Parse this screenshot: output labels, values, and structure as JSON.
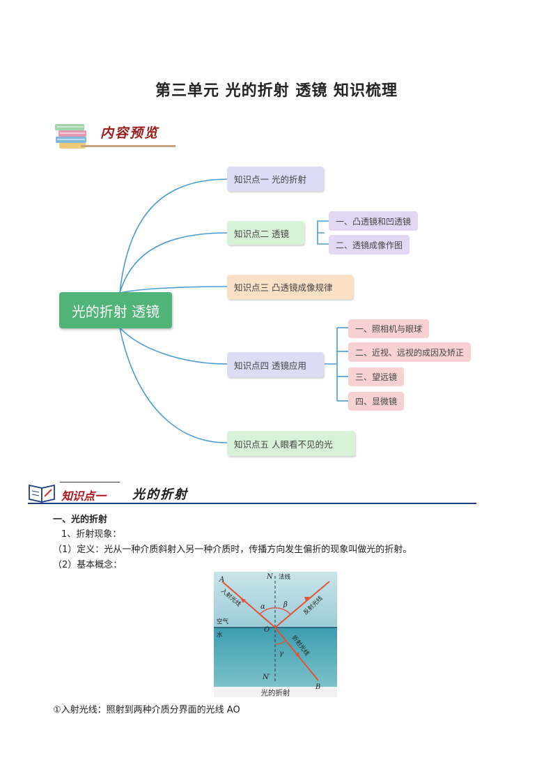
{
  "title": "第三单元 光的折射 透镜 知识梳理",
  "preview": {
    "label": "内容预览"
  },
  "mindmap": {
    "root": "光的折射 透镜",
    "kp1": "知识点一 光的折射",
    "kp2": "知识点二 透镜",
    "kp2_children": [
      "一、凸透镜和凹透镜",
      "二、透镜成像作图"
    ],
    "kp3": "知识点三 凸透镜成像规律",
    "kp4": "知识点四 透镜应用",
    "kp4_children": [
      "一、照相机与眼球",
      "二、近视、远视的成因及矫正",
      "三、望远镜",
      "四、显微镜"
    ],
    "kp5": "知识点五  人眼看不见的光"
  },
  "section": {
    "label": "知识点一",
    "title": "光的折射"
  },
  "body": {
    "h1": "一、光的折射",
    "p1": "1、折射现象：",
    "p2": "（1）定义：光从一种介质斜射入另一种介质时，传播方向发生偏折的现象叫做光的折射。",
    "p3": "（2）基本概念：",
    "p4": "①入射光线：照射到两种介质分界面的光线 AO"
  },
  "figure": {
    "caption": "光的折射",
    "label_A": "A",
    "label_B": "B",
    "label_N": "N",
    "label_N2": "N′",
    "label_O": "O",
    "normal": "法线",
    "incident": "入射光线",
    "reflected": "反射光线",
    "refracted": "折射光线",
    "air": "空气",
    "water": "水",
    "alpha": "α",
    "beta": "β",
    "gamma": "γ"
  },
  "colors": {
    "accent": "#4fb476",
    "connector": "#4a9bd1",
    "ray": "#e0523a",
    "heading_red": "#b0141a",
    "rule_blue": "#1f3e82"
  }
}
